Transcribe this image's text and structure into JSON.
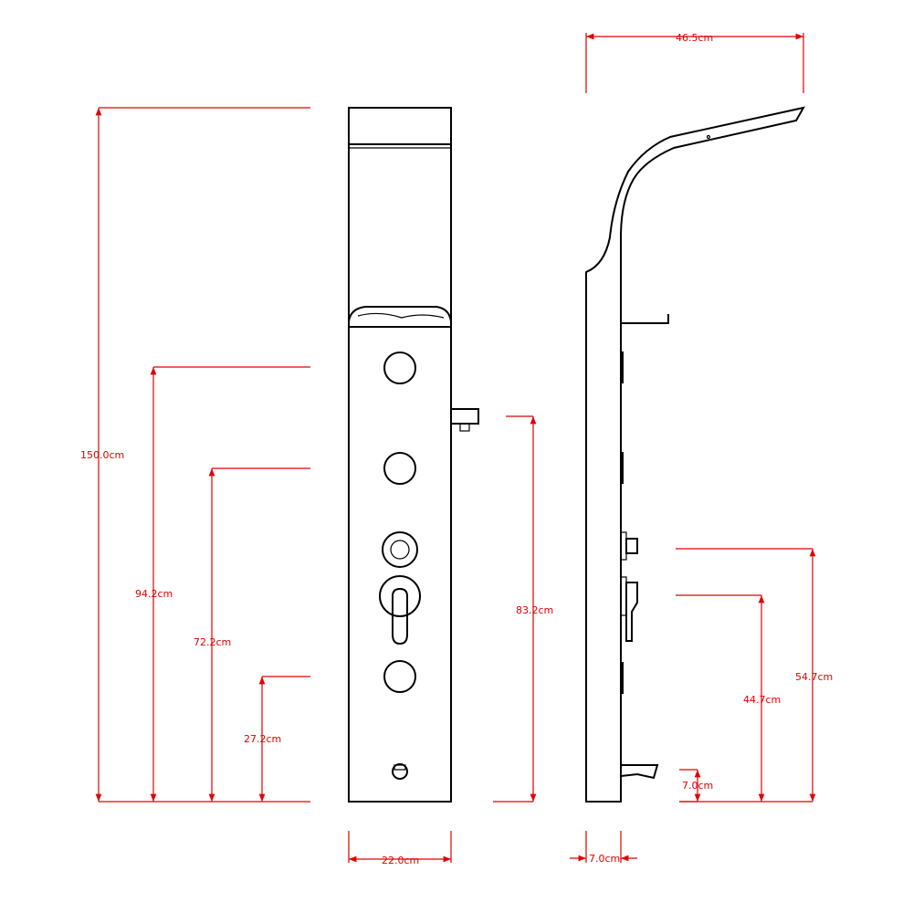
{
  "colors": {
    "dimension": "#e00000",
    "outline": "#000000",
    "background": "#ffffff"
  },
  "dimensions": {
    "overall_height": "150.0cm",
    "upper_jet_height": "94.2cm",
    "middle_jet_height": "72.2cm",
    "lower_jet_height": "27.2cm",
    "side_outlet_height": "83.2cm",
    "front_width": "22.0cm",
    "side_projection": "46.5cm",
    "side_depth": "7.0cm",
    "spout_height": "7.0cm",
    "upper_control_height": "44.7cm",
    "top_control_height": "54.7cm"
  }
}
